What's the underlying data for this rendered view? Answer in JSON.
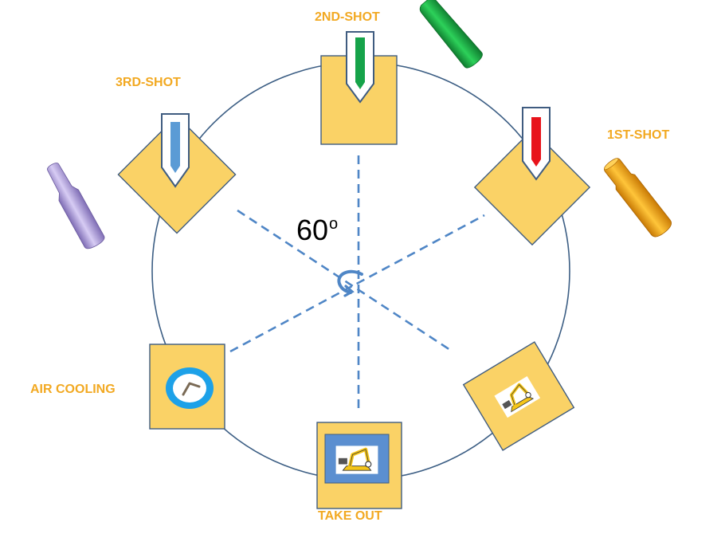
{
  "colors": {
    "label": "#F2A922",
    "circle": "#3C5E84",
    "dash": "#4F86C6",
    "station_fill": "#FAD266",
    "station_stroke": "#3F5C80",
    "shot_1": "#E8131B",
    "shot_2": "#16A34A",
    "shot_3": "#5B9BD5",
    "part_green": "#22B14C",
    "part_orange": "#F5A512",
    "part_purple": "#B7A6E0",
    "cooling_ring": "#1DA1E8",
    "takeout_frame": "#5B8FD0",
    "robot_yellow": "#F5C518"
  },
  "diagram": {
    "rotation_angle_value": "60",
    "rotation_angle_unit": "o",
    "stations": [
      {
        "id": "1st-shot",
        "label": "1ST-SHOT",
        "icon": "red-nozzle-icon"
      },
      {
        "id": "2nd-shot",
        "label": "2ND-SHOT",
        "icon": "green-nozzle-icon"
      },
      {
        "id": "3rd-shot",
        "label": "3RD-SHOT",
        "icon": "blue-nozzle-icon"
      },
      {
        "id": "air-cooling",
        "label": "AIR COOLING",
        "icon": "clock-icon"
      },
      {
        "id": "take-out",
        "label": "TAKE OUT",
        "icon": "robot-arm-icon"
      },
      {
        "id": "robot-station",
        "label": "",
        "icon": "robot-arm-icon"
      }
    ]
  }
}
